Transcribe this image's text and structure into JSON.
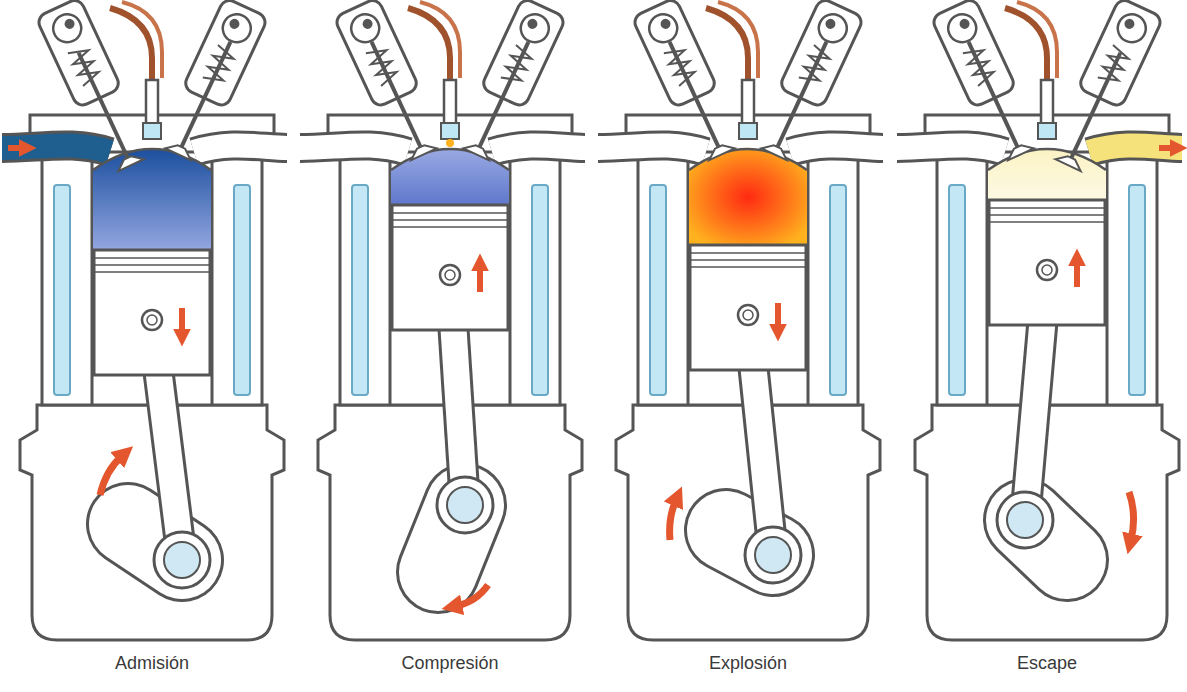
{
  "diagram": {
    "labels": [
      "Admisión",
      "Compresión",
      "Explosión",
      "Escape"
    ]
  }
}
